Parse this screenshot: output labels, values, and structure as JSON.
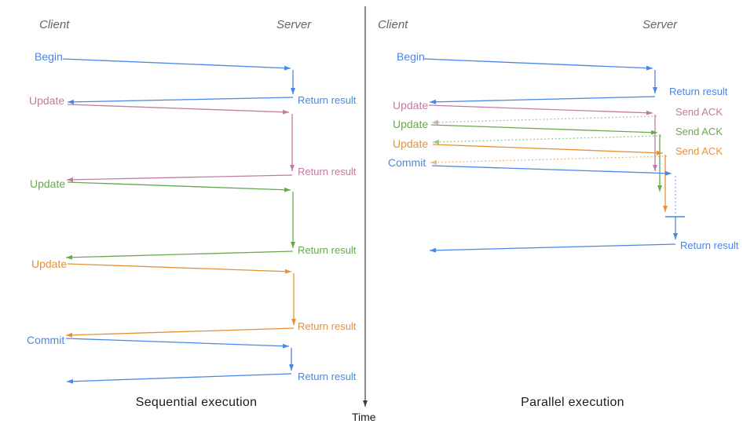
{
  "palette": {
    "blue": "#4a86e8",
    "pink": "#c27ba0",
    "green": "#6aa84f",
    "orange": "#e69138",
    "header_gray": "#666668",
    "axis_dark": "#3f3f3f",
    "text_dark": "#1c1c1c"
  },
  "left": {
    "caption": "Sequential execution",
    "client": "Client",
    "server": "Server",
    "rows": [
      {
        "request": "Begin",
        "response": "Return result",
        "color": "blue"
      },
      {
        "request": "Update",
        "response": "Return result",
        "color": "pink"
      },
      {
        "request": "Update",
        "response": "Return result",
        "color": "green"
      },
      {
        "request": "Update",
        "response": "Return result",
        "color": "orange"
      },
      {
        "request": "Commit",
        "response": "Return result",
        "color": "blue"
      }
    ]
  },
  "right": {
    "caption": "Parallel execution",
    "client": "Client",
    "server": "Server",
    "rows": [
      {
        "request": "Begin",
        "response": "Return result",
        "color": "blue"
      },
      {
        "request": "Update",
        "response": "Send ACK",
        "color": "pink"
      },
      {
        "request": "Update",
        "response": "Send ACK",
        "color": "green"
      },
      {
        "request": "Update",
        "response": "Send ACK",
        "color": "orange"
      },
      {
        "request": "Commit",
        "response": "Return result",
        "color": "blue"
      }
    ]
  },
  "time_axis": {
    "label": "Time"
  }
}
